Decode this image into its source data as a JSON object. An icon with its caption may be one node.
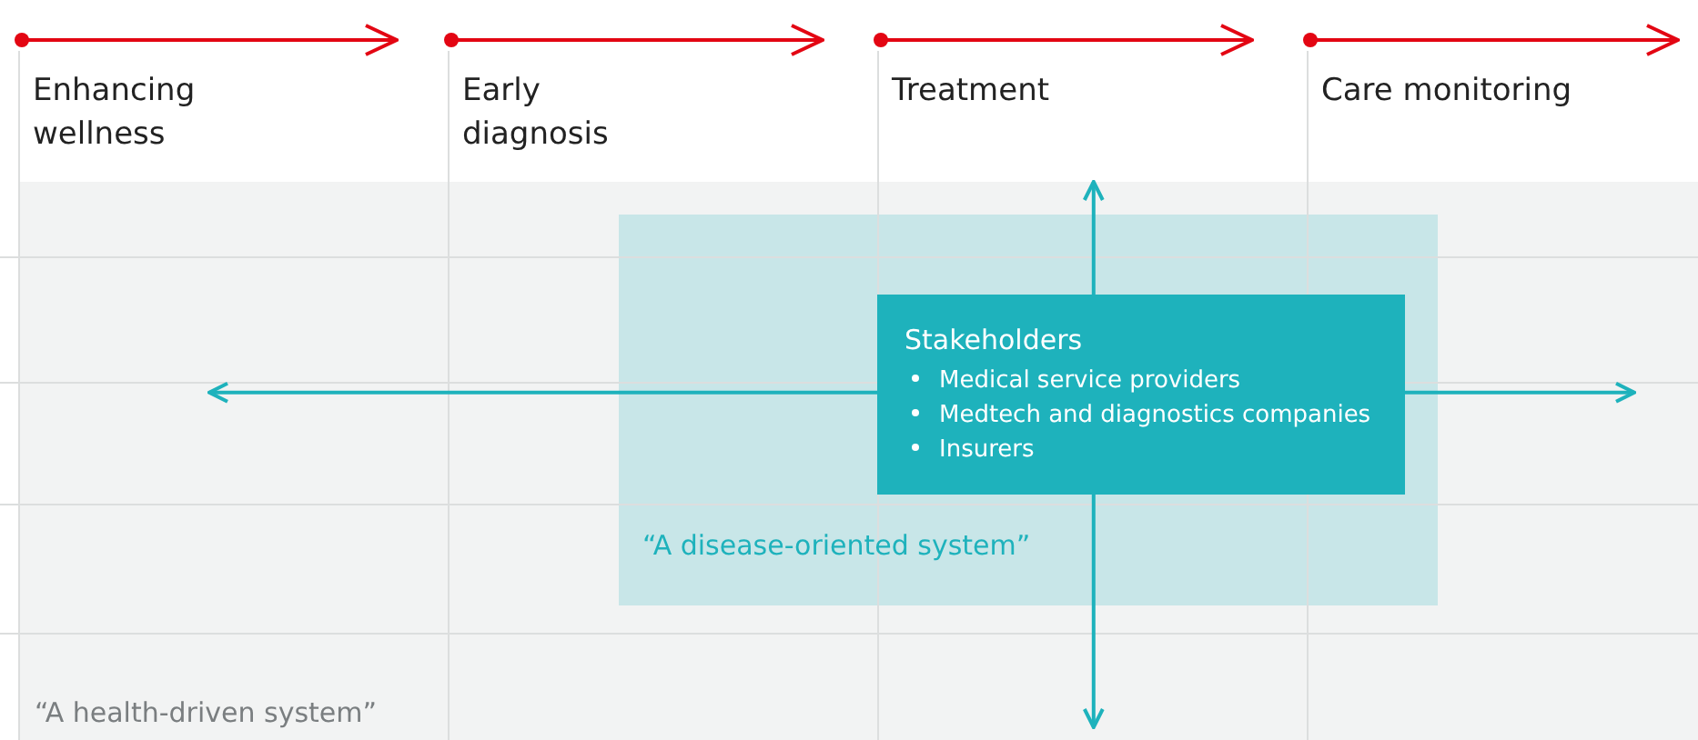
{
  "diagram": {
    "nodes": [
      {
        "text": [
          "“A health-driven system”"
        ]
      },
      {
        "text": [
          "“A disease-oriented system”"
        ],
        "in": 0
      },
      {
        "text": [
          "Stakeholders",
          "Medical service providers",
          "Medtech and diagnostics companies",
          "Insurers"
        ],
        "in": 1
      }
    ],
    "edges": [
      {
        "from": 2,
        "to": null,
        "arrow": "to"
      },
      {
        "from": 2,
        "to": null,
        "arrow": "to"
      },
      {
        "from": 2,
        "to": null,
        "arrow": "to"
      },
      {
        "from": 2,
        "to": null,
        "arrow": "to"
      }
    ],
    "labels": [
      "Enhancing wellness",
      "Early diagnosis",
      "Treatment",
      "Care monitoring"
    ]
  }
}
